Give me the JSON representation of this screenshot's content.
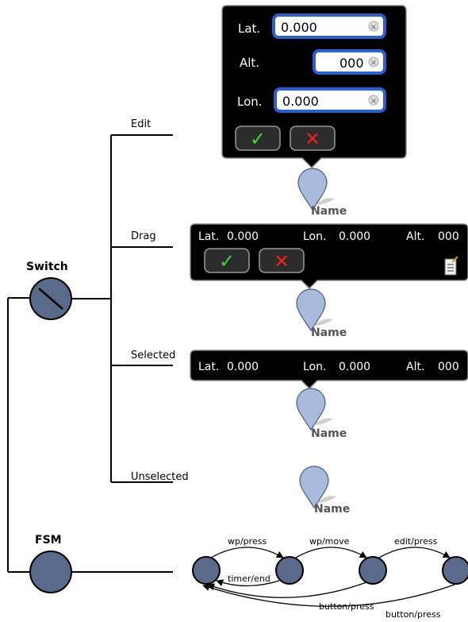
{
  "nodes": {
    "switch": "Switch",
    "fsm": "FSM"
  },
  "branches": {
    "edit": "Edit",
    "drag": "Drag",
    "selected": "Selected",
    "unselected": "Unselected"
  },
  "edit_panel": {
    "lat_label": "Lat.",
    "lat_value": "0.000",
    "alt_label": "Alt.",
    "alt_value": "000",
    "lon_label": "Lon.",
    "lon_value": "0.000",
    "clear_glyph": "×",
    "ok_glyph": "✓",
    "cancel_glyph": "✕"
  },
  "drag_panel": {
    "lat_label": "Lat.",
    "lat_value": "0.000",
    "lon_label": "Lon.",
    "lon_value": "0.000",
    "alt_label": "Alt.",
    "alt_value": "000",
    "ok_glyph": "✓",
    "cancel_glyph": "✕"
  },
  "selected_panel": {
    "lat_label": "Lat.",
    "lat_value": "0.000",
    "lon_label": "Lon.",
    "lon_value": "0.000",
    "alt_label": "Alt.",
    "alt_value": "000"
  },
  "pin_label": "Name",
  "fsm": {
    "wp_press": "wp/press",
    "timer_end": "timer/end",
    "wp_move": "wp/move",
    "edit_press": "edit/press",
    "button_press_1": "button/press",
    "button_press_2": "button/press"
  },
  "colors": {
    "node_fill": "#5a6a8a",
    "pin_fill": "#a9bbdb",
    "panel_bg": "#000000",
    "field_border": "#2a5fd0",
    "ok_green": "#3ddc2f",
    "cancel_red": "#ee2222"
  }
}
